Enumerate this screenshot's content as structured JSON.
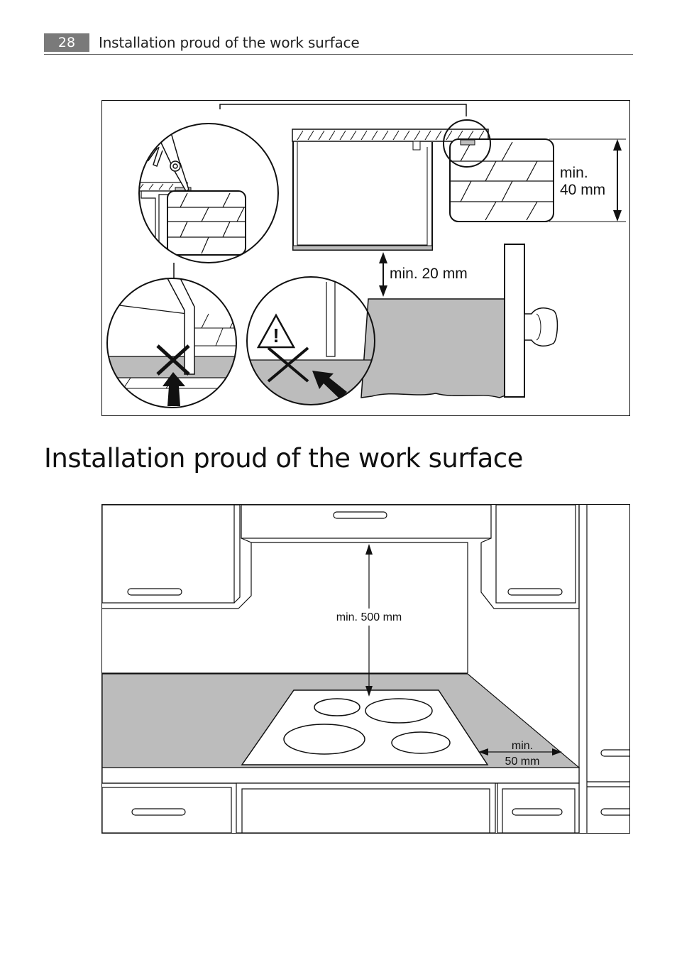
{
  "header": {
    "page_number": "28",
    "running_title": "Installation proud of the work surface"
  },
  "figure1": {
    "label_min40_line1": "min.",
    "label_min40_line2": "40 mm",
    "label_min20": "min. 20 mm"
  },
  "section": {
    "title": "Installation proud of the work surface"
  },
  "figure2": {
    "label_min500": "min. 500 mm",
    "label_min50_line1": "min.",
    "label_min50_line2": "50 mm"
  },
  "colors": {
    "gray_surface": "#bcbcbc",
    "page_badge": "#7a7a7a"
  }
}
